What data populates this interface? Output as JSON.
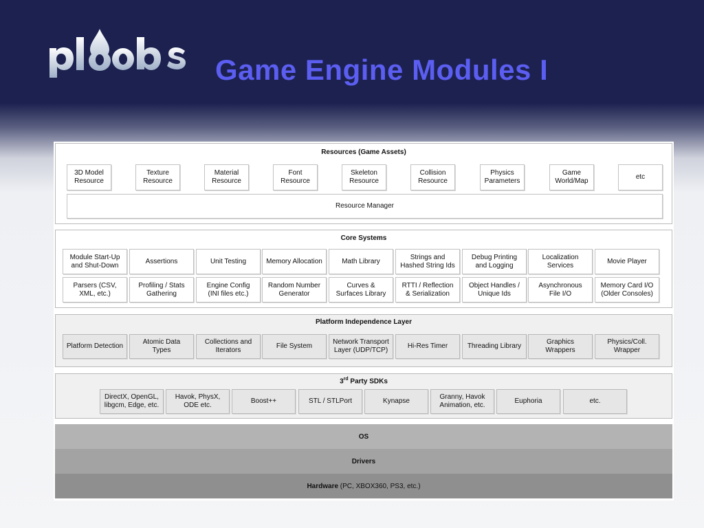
{
  "slide": {
    "logo_text": "ploobs",
    "title": "Game Engine Modules I"
  },
  "resources": {
    "title": "Resources (Game Assets)",
    "items": [
      "3D Model\nResource",
      "Texture\nResource",
      "Material\nResource",
      "Font\nResource",
      "Skeleton\nResource",
      "Collision\nResource",
      "Physics\nParameters",
      "Game\nWorld/Map",
      "etc"
    ],
    "manager": "Resource Manager"
  },
  "core": {
    "title": "Core Systems",
    "row1": [
      "Module Start-Up\nand Shut-Down",
      "Assertions",
      "Unit Testing",
      "Memory Allocation",
      "Math Library",
      "Strings and\nHashed String Ids",
      "Debug Printing\nand Logging",
      "Localization\nServices",
      "Movie Player"
    ],
    "row2": [
      "Parsers (CSV,\nXML, etc.)",
      "Profiling / Stats\nGathering",
      "Engine Config\n(INI files etc.)",
      "Random Number\nGenerator",
      "Curves &\nSurfaces Library",
      "RTTI / Reflection\n& Serialization",
      "Object Handles /\nUnique Ids",
      "Asynchronous\nFile I/O",
      "Memory Card I/O\n(Older Consoles)"
    ]
  },
  "platform": {
    "title": "Platform Independence Layer",
    "items": [
      "Platform Detection",
      "Atomic Data\nTypes",
      "Collections and\nIterators",
      "File System",
      "Network Transport\nLayer (UDP/TCP)",
      "Hi-Res Timer",
      "Threading Library",
      "Graphics\nWrappers",
      "Physics/Coll.\nWrapper"
    ]
  },
  "sdks": {
    "title_prefix": "3",
    "title_sup": "rd",
    "title_suffix": " Party SDKs",
    "items": [
      "DirectX, OpenGL,\nlibgcm, Edge, etc.",
      "Havok, PhysX,\nODE etc.",
      "Boost++",
      "STL / STLPort",
      "Kynapse",
      "Granny, Havok\nAnimation, etc.",
      "Euphoria",
      "etc."
    ]
  },
  "bands": {
    "os": "OS",
    "drivers": "Drivers",
    "hardware_bold": "Hardware",
    "hardware_rest": " (PC, XBOX360, PS3, etc.)"
  },
  "colors": {
    "background_top": "#1c2150",
    "title": "#5b5ef0",
    "os_band": "#b3b3b3",
    "drivers_band": "#a3a3a3",
    "hardware_band": "#8f8f8f"
  }
}
